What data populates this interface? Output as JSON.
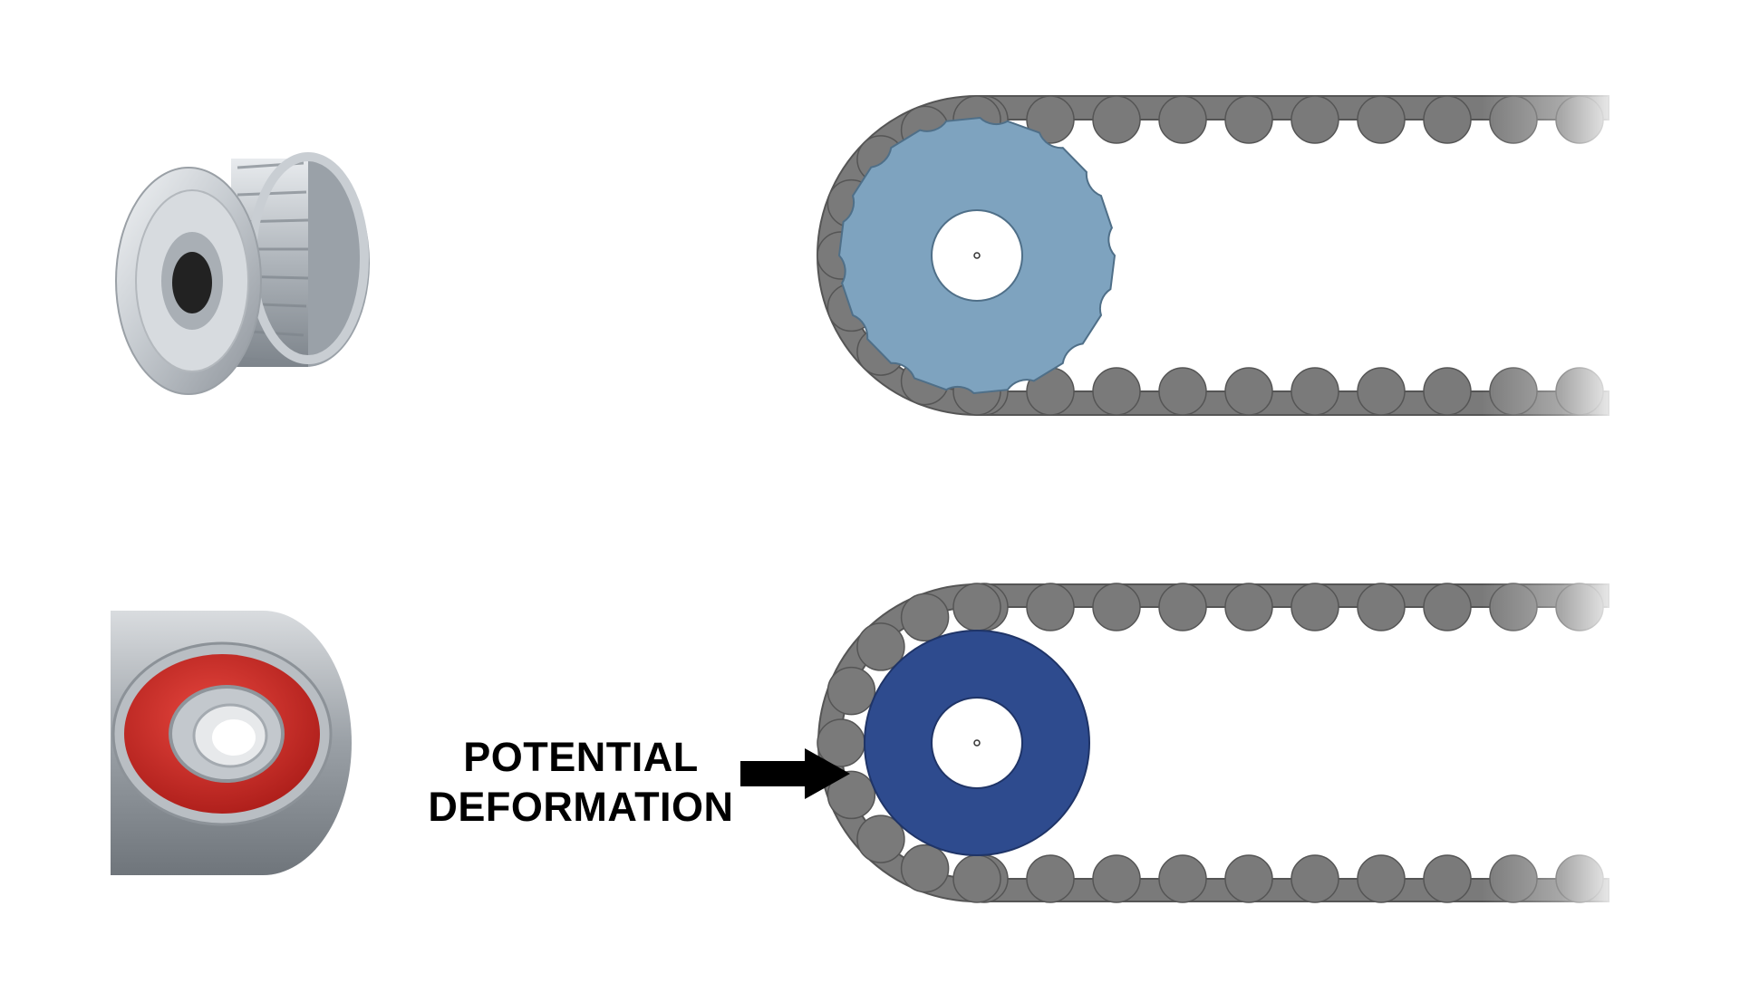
{
  "annotation": {
    "line1": "POTENTIAL",
    "line2": "DEFORMATION"
  },
  "colors": {
    "belt": "#7a7a7a",
    "belt_outline": "#555555",
    "toothed_pulley": "#7ea3bf",
    "bearing_idler": "#2e4b8e",
    "arrow": "#000000",
    "bearing_seal": "#d42a2a",
    "pulley_metal": "#c9ced3"
  },
  "icons": {
    "top_photo": "toothed-pulley-photo",
    "bottom_photo": "ball-bearing-photo"
  }
}
